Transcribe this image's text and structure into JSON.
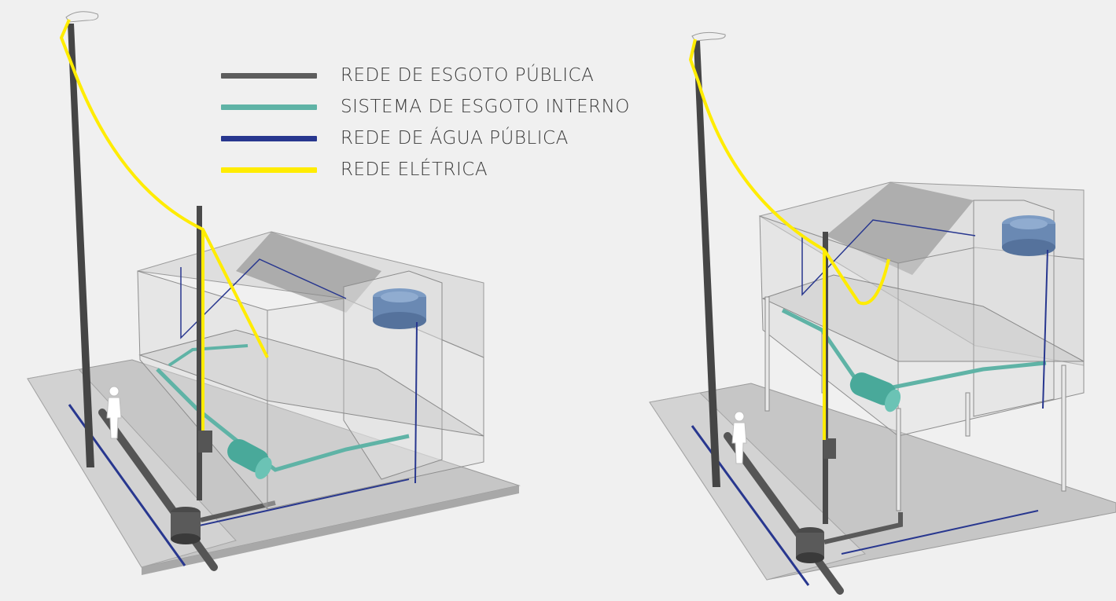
{
  "legend": [
    {
      "label": "REDE DE ESGOTO PÚBLICA",
      "color": "#5d5d5d",
      "icon": "sewer-public-line"
    },
    {
      "label": "SISTEMA DE ESGOTO INTERNO",
      "color": "#5fb3a6",
      "icon": "sewer-internal-line"
    },
    {
      "label": "REDE DE ÁGUA PÚBLICA",
      "color": "#28378f",
      "icon": "water-public-line"
    },
    {
      "label": "REDE ELÉTRICA",
      "color": "#ffec00",
      "icon": "electric-line"
    }
  ],
  "colors": {
    "background": "#f0f0f0",
    "ground": "#c9c9c9",
    "house_glass": "#d8d8d8",
    "pole": "#3f3f3f",
    "tank": "#6f8fb8",
    "septic": "#4fb0a3"
  }
}
